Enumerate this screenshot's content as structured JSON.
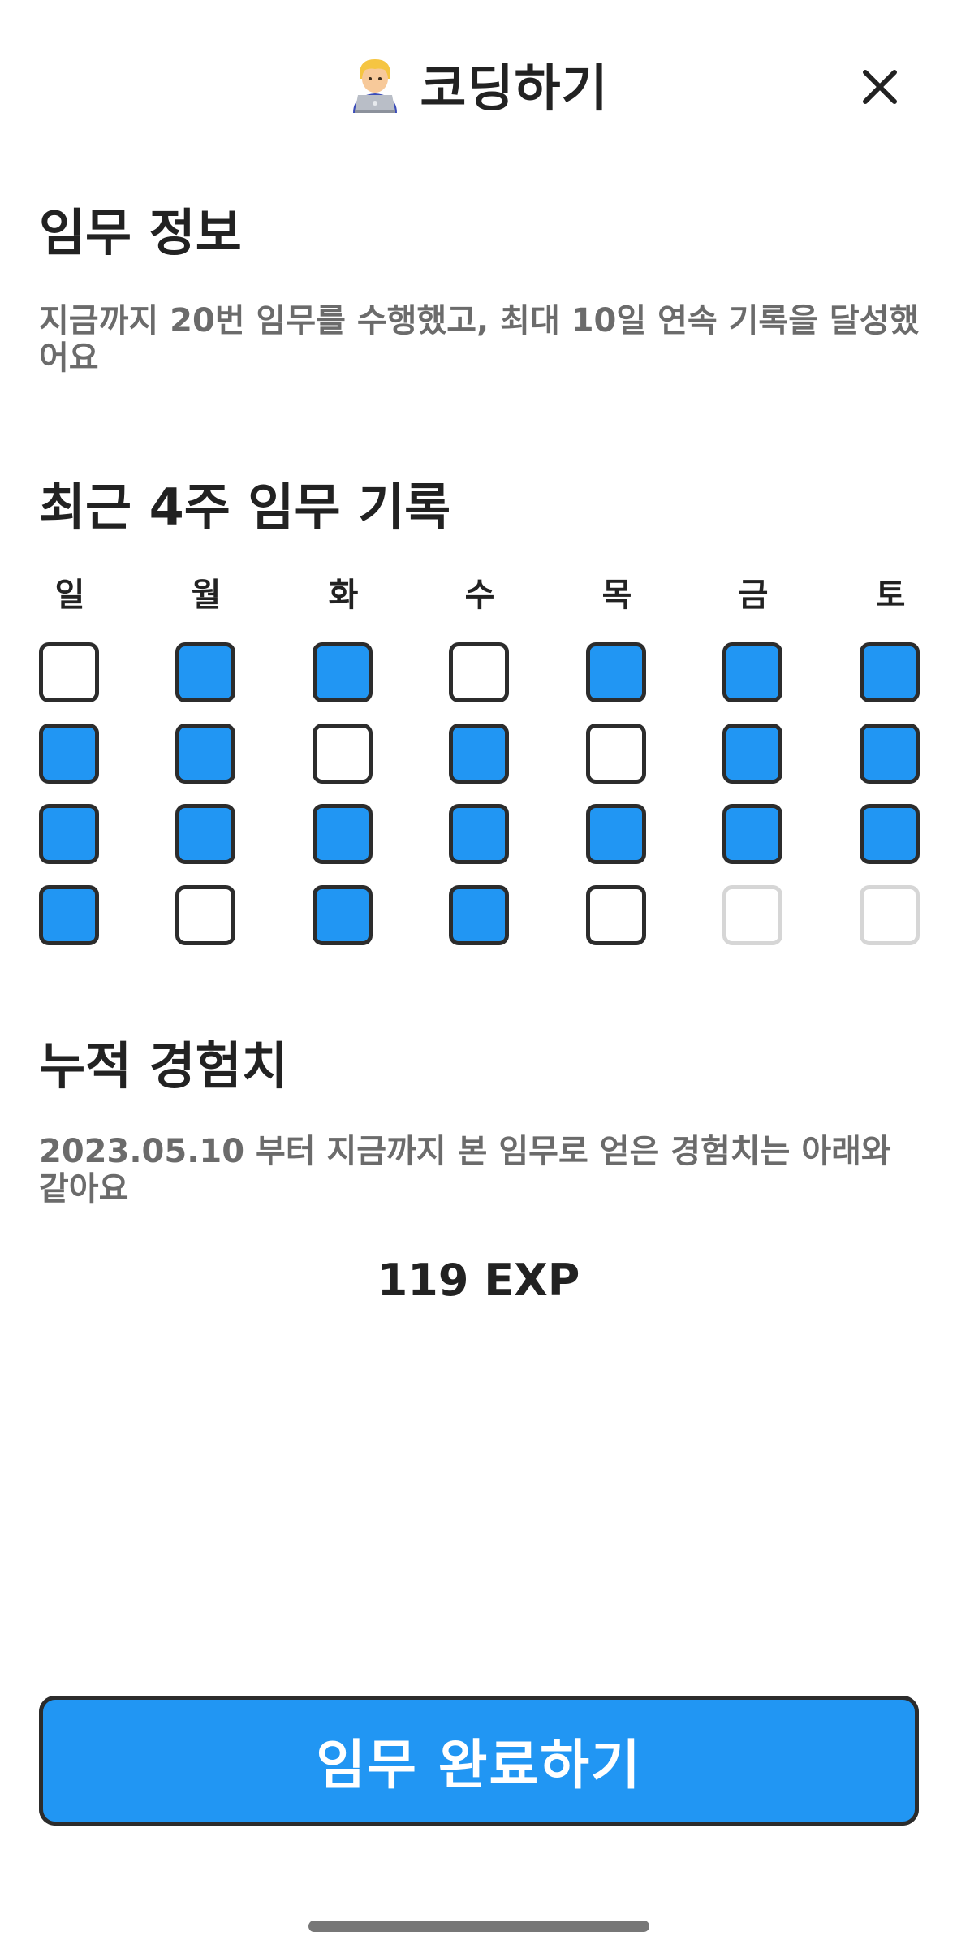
{
  "header": {
    "title": "코딩하기",
    "emoji_icon": "technologist-emoji-icon",
    "close_icon": "close-icon"
  },
  "mission_info": {
    "title": "임무 정보",
    "description": "지금까지 20번 임무를 수행했고, 최대 10일 연속 기록을 달성했어요"
  },
  "recent_record": {
    "title": "최근 4주 임무 기록",
    "weekdays": [
      "일",
      "월",
      "화",
      "수",
      "목",
      "금",
      "토"
    ],
    "weeks": [
      [
        "empty",
        "done",
        "done",
        "empty",
        "done",
        "done",
        "done"
      ],
      [
        "done",
        "done",
        "empty",
        "done",
        "empty",
        "done",
        "done"
      ],
      [
        "done",
        "done",
        "done",
        "done",
        "done",
        "done",
        "done"
      ],
      [
        "done",
        "empty",
        "done",
        "done",
        "empty",
        "future",
        "future"
      ]
    ]
  },
  "experience": {
    "title": "누적 경험치",
    "description": "2023.05.10 부터 지금까지 본 임무로 얻은 경험치는 아래와 같아요",
    "value": "119 EXP"
  },
  "actions": {
    "complete_label": "임무 완료하기"
  },
  "colors": {
    "accent": "#2196f3",
    "border": "#2c2c2c",
    "muted_text": "#6b6b6b",
    "future_border": "#d6d6d6"
  }
}
